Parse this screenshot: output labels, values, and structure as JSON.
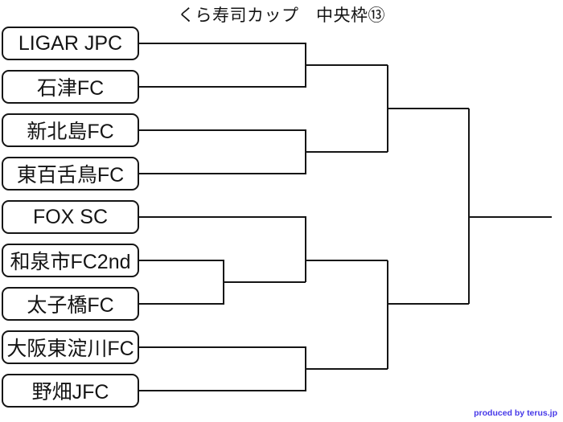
{
  "title": "くら寿司カップ　中央枠⑬",
  "credit": "produced by terus.jp",
  "teams": [
    "LIGAR JPC",
    "石津FC",
    "新北島FC",
    "東百舌鳥FC",
    "FOX SC",
    "和泉市FC2nd",
    "太子橋FC",
    "大阪東淀川FC",
    "野畑JFC"
  ],
  "bracket": {
    "type": "single-elimination",
    "play_in": {
      "home": "和泉市FC2nd",
      "away": "太子橋FC"
    },
    "quarterfinals": [
      {
        "home": "LIGAR JPC",
        "away": "石津FC"
      },
      {
        "home": "新北島FC",
        "away": "東百舌鳥FC"
      },
      {
        "home": "FOX SC",
        "away": "和泉市FC2nd / 太子橋FC の勝者"
      },
      {
        "home": "大阪東淀川FC",
        "away": "野畑JFC"
      }
    ],
    "semifinals": [
      {
        "home": "QF1の勝者",
        "away": "QF2の勝者"
      },
      {
        "home": "QF3の勝者",
        "away": "QF4の勝者"
      }
    ],
    "final": {
      "home": "SF1の勝者",
      "away": "SF2の勝者"
    }
  },
  "colors": {
    "line": "#151515",
    "text": "#141414",
    "credit": "#4638e8",
    "background": "#ffffff"
  }
}
